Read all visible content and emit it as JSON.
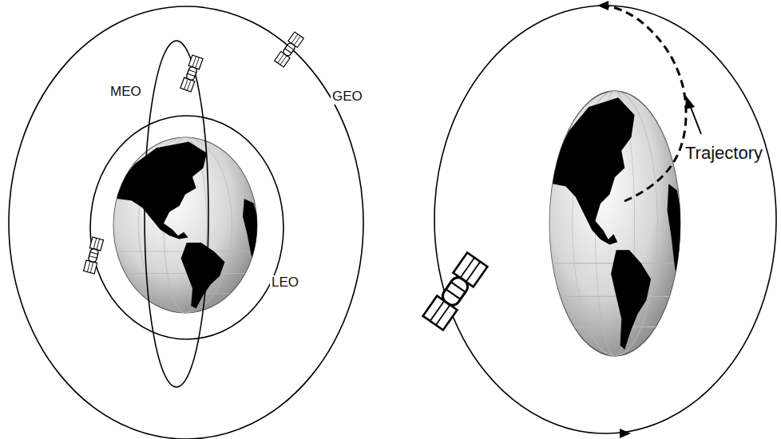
{
  "diagram": {
    "labels": [
      "MEO",
      "GEO",
      "LEO",
      "Trajectory"
    ]
  }
}
